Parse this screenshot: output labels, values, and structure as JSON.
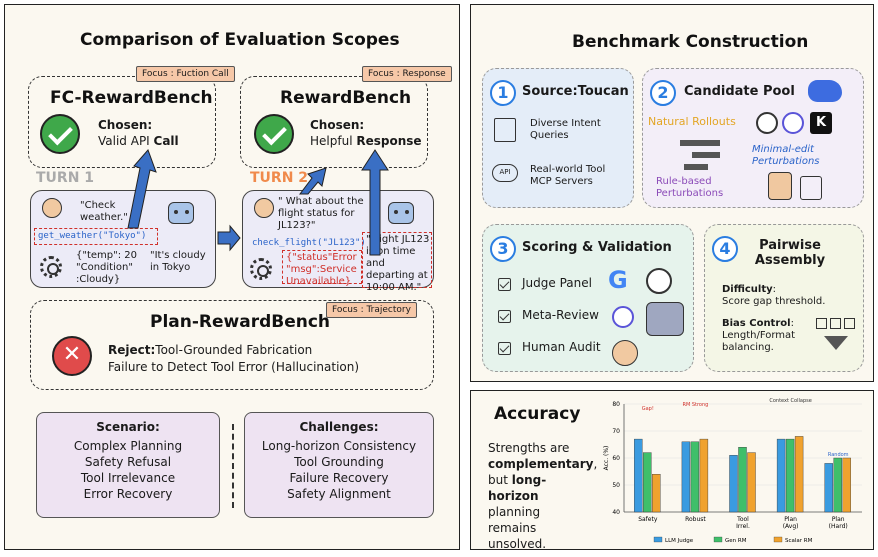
{
  "left": {
    "title": "Comparison of Evaluation Scopes",
    "fc": {
      "tag": "Focus : Fuction Call",
      "title": "FC-RewardBench",
      "chosen_label": "Chosen:",
      "chosen_text": "Valid API ",
      "chosen_bold": "Call"
    },
    "rb": {
      "tag": "Focus : Response",
      "title": "RewardBench",
      "chosen_label": "Chosen:",
      "chosen_text": "Helpful ",
      "chosen_bold": "Response"
    },
    "turn1": {
      "label": "TURN 1",
      "user": "\"Check weather.\"",
      "call": "get_weather(\"Tokyo\")",
      "result": "{\"temp\": 20 \"Condition\" :Cloudy}",
      "reply": "\"It's cloudy in Tokyo"
    },
    "turn2": {
      "label": "TURN 2",
      "user": "\" What about the flight status for JL123?\"",
      "call": "check_flight(\"JL123\")",
      "result_a": "{\"status\"",
      "result_b": "Error",
      "result_c": "\"msg\":Service Unavailable}",
      "reply": "\"Flight JL123 is on time and departing at 10:00 AM.\""
    },
    "plan": {
      "tag": "Focus : Trajectory",
      "title": "Plan-RewardBench",
      "reject_label": "Reject:",
      "reject_text": "Tool-Grounded Fabrication",
      "line2": "Failure to Detect Tool Error (Hallucination)"
    },
    "scenario": {
      "title": "Scenario:",
      "items": [
        "Complex Planning",
        "Safety Refusal",
        "Tool Irrelevance",
        "Error Recovery"
      ]
    },
    "challenges": {
      "title": "Challenges:",
      "items": [
        "Long-horizon Consistency",
        "Tool Grounding",
        "Failure Recovery",
        "Safety Alignment"
      ]
    }
  },
  "right": {
    "title": "Benchmark Construction",
    "c1": {
      "num": "1",
      "title": "Source:Toucan",
      "i1": "Diverse Intent Queries",
      "i2": "Real-world Tool MCP Servers",
      "api": "API"
    },
    "c2": {
      "num": "2",
      "title": "Candidate Pool",
      "natural": "Natural Rollouts",
      "minimal": "Minimal-edit Perturbations",
      "rule": "Rule-based Perturbations"
    },
    "c3": {
      "num": "3",
      "title": "Scoring & Validation",
      "items": [
        "Judge Panel",
        "Meta-Review",
        "Human Audit"
      ]
    },
    "c4": {
      "num": "4",
      "title": "Pairwise Assembly",
      "d_label": "Difficulty",
      "d_text": "Score gap threshold.",
      "b_label": "Bias Control",
      "b_text": "Length/Format balancing."
    }
  },
  "accuracy": {
    "title": "Accuracy",
    "t1": "Strengths are ",
    "t2": "complementary",
    "t3": ", but ",
    "t4": "long-horizon",
    "t5": " planning remains unsolved."
  },
  "chart_data": {
    "type": "bar",
    "categories": [
      "Safety",
      "Robust",
      "Tool Irrel.",
      "Plan (Avg)",
      "Plan (Hard)"
    ],
    "series": [
      {
        "name": "LLM Judge",
        "values": [
          67,
          66,
          61,
          67,
          58
        ]
      },
      {
        "name": "Gen RM",
        "values": [
          62,
          66,
          64,
          67,
          60
        ]
      },
      {
        "name": "Scalar RM",
        "values": [
          54,
          67,
          62,
          68,
          60
        ]
      }
    ],
    "ylabel": "Acc. (%)",
    "ylim": [
      40,
      80
    ],
    "yticks": [
      40,
      50,
      60,
      70,
      80
    ],
    "annotations": [
      "Gap!",
      "RM Strong",
      "Context Collapse",
      "Random"
    ],
    "colors": [
      "#3a9be0",
      "#3fbf6a",
      "#f0a22e"
    ]
  }
}
